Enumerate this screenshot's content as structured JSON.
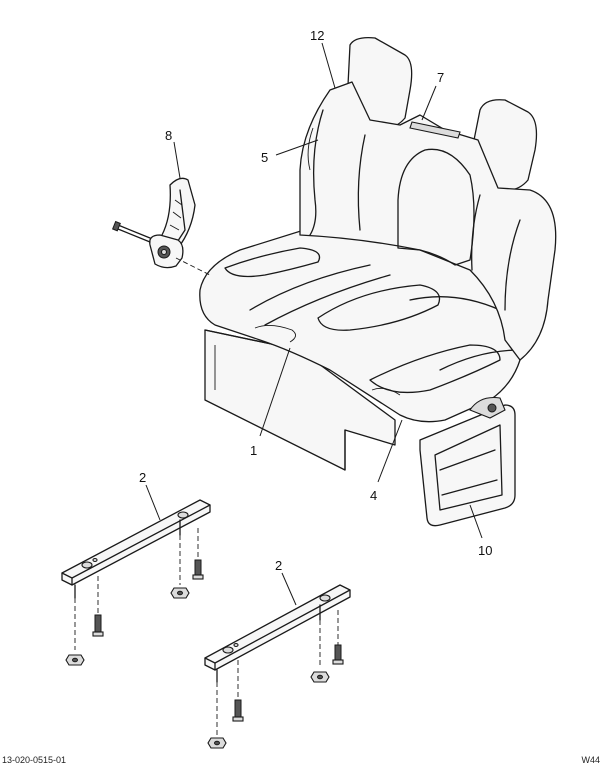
{
  "callouts": {
    "c12": "12",
    "c7": "7",
    "c8": "8",
    "c5": "5",
    "c1": "1",
    "c4": "4",
    "c10": "10",
    "c2a": "2",
    "c2b": "2"
  },
  "footer": {
    "left": "13-020-0515-01",
    "right": "W44"
  }
}
